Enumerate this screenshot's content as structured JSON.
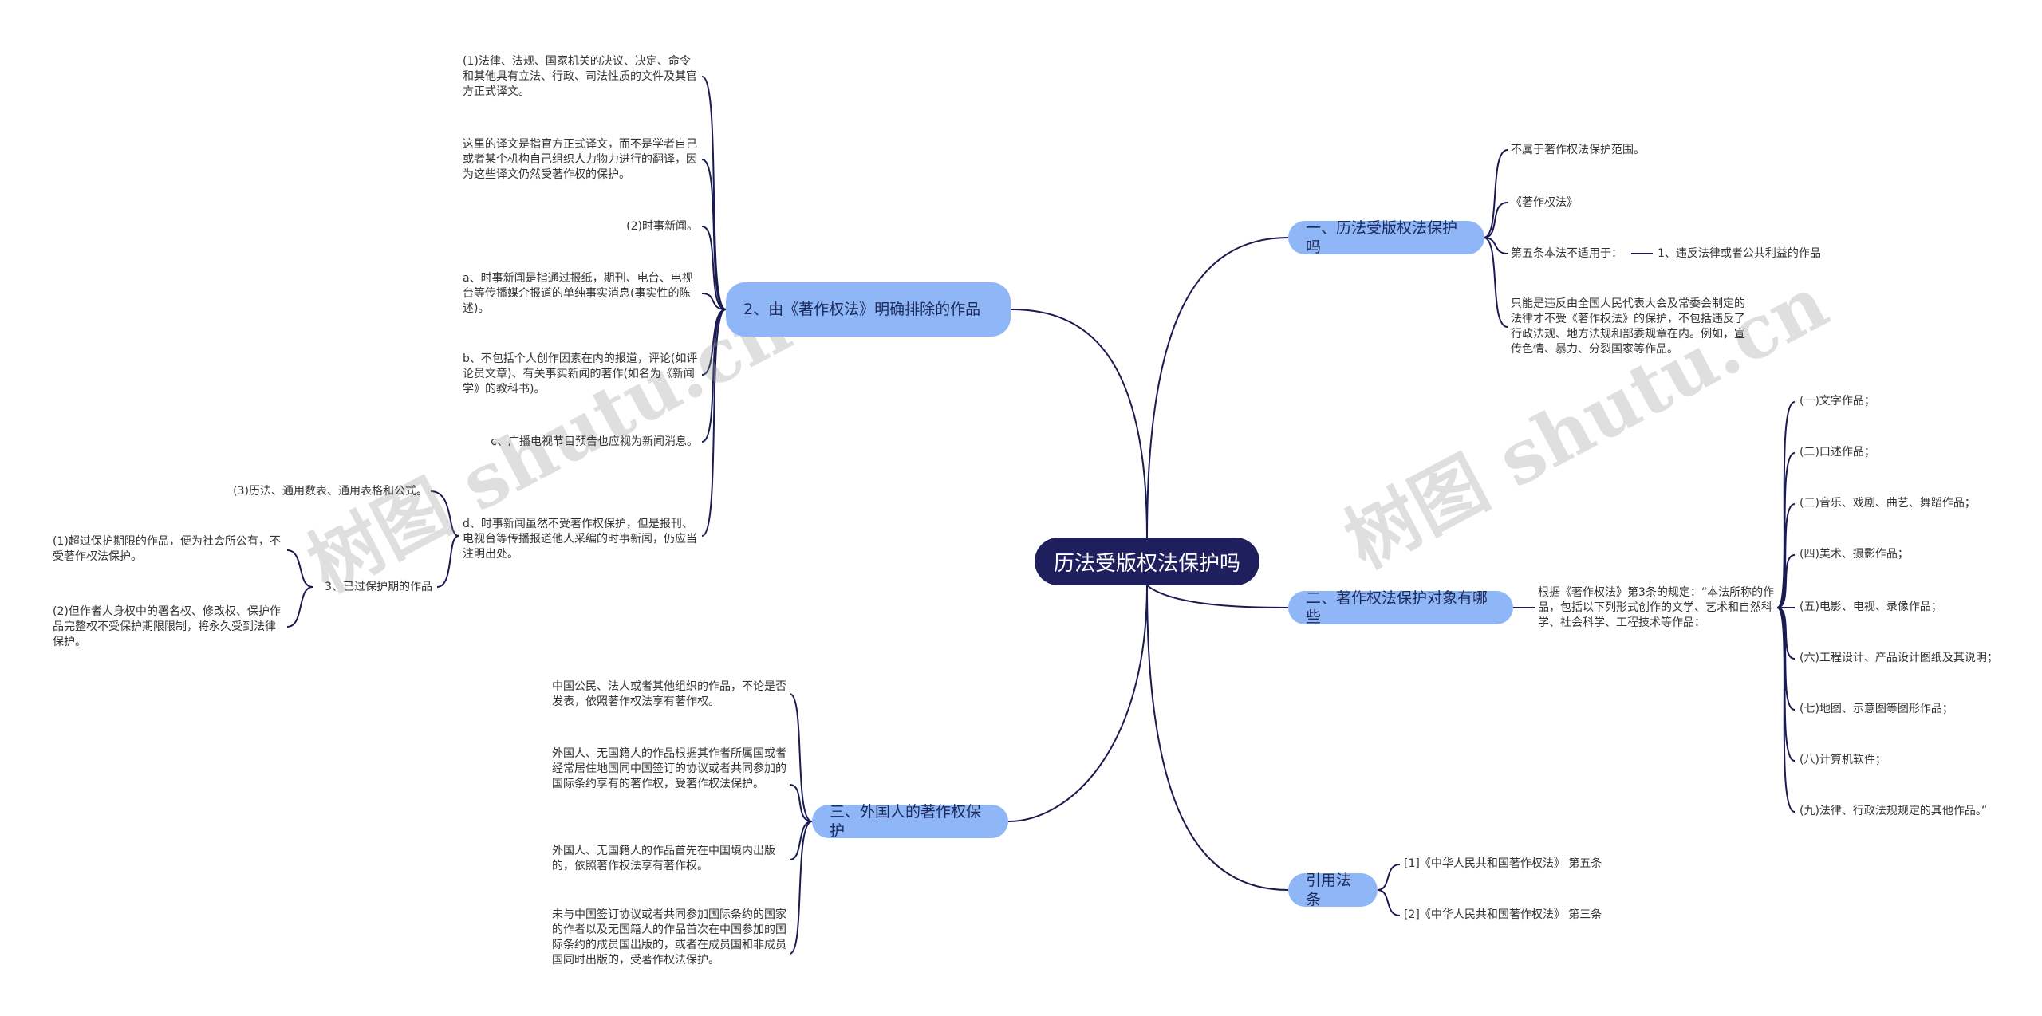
{
  "root": "历法受版权法保护吗",
  "watermark": "树图 shutu.cn",
  "branches": {
    "b1": {
      "label": "一、历法受版权法保护吗",
      "leaves": [
        "不属于著作权法保护范围。",
        "《著作权法》",
        "第五条本法不适用于：",
        "只能是违反由全国人民代表大会及常委会制定的法律才不受《著作权法》的保护，不包括违反了行政法规、地方法规和部委规章在内。例如，宣传色情、暴力、分裂国家等作品。"
      ],
      "sub": "1、违反法律或者公共利益的作品"
    },
    "b2": {
      "label": "二、著作权法保护对象有哪些",
      "intro": "根据《著作权法》第3条的规定：“本法所称的作品，包括以下列形式创作的文学、艺术和自然科学、社会科学、工程技术等作品：",
      "items": [
        "(一)文字作品；",
        "(二)口述作品；",
        "(三)音乐、戏剧、曲艺、舞蹈作品；",
        "(四)美术、摄影作品；",
        "(五)电影、电视、录像作品；",
        "(六)工程设计、产品设计图纸及其说明；",
        "(七)地图、示意图等图形作品；",
        "(八)计算机软件；",
        "(九)法律、行政法规规定的其他作品。”"
      ]
    },
    "b3": {
      "label": "引用法条",
      "leaves": [
        "[1]《中华人民共和国著作权法》 第五条",
        "[2]《中华人民共和国著作权法》 第三条"
      ]
    },
    "b4": {
      "label": "2、由《著作权法》明确排除的作品",
      "leaves": [
        "(1)法律、法规、国家机关的决议、决定、命令和其他具有立法、行政、司法性质的文件及其官方正式译文。",
        "这里的译文是指官方正式译文，而不是学者自己或者某个机构自己组织人力物力进行的翻译，因为这些译文仍然受著作权的保护。",
        "(2)时事新闻。",
        "a、时事新闻是指通过报纸，期刊、电台、电视台等传播媒介报道的单纯事实消息(事实性的陈述)。",
        "b、不包括个人创作因素在内的报道，评论(如评论员文章)、有关事实新闻的著作(如名为《新闻学》的教科书)。",
        "c、广播电视节目预告也应视为新闻消息。",
        "d、时事新闻虽然不受著作权保护，但是报刊、电视台等传播报道他人采编的时事新闻，仍应当注明出处。"
      ],
      "sub": {
        "formula": "(3)历法、通用数表、通用表格和公式。",
        "expired": "3、已过保护期的作品",
        "expired_items": [
          "(1)超过保护期限的作品，便为社会所公有，不受著作权法保护。",
          "(2)但作者人身权中的署名权、修改权、保护作品完整权不受保护期限限制，将永久受到法律保护。"
        ]
      }
    },
    "b5": {
      "label": "三、外国人的著作权保护",
      "leaves": [
        "中国公民、法人或者其他组织的作品，不论是否发表，依照著作权法享有著作权。",
        "外国人、无国籍人的作品根据其作者所属国或者经常居住地国同中国签订的协议或者共同参加的国际条约享有的著作权，受著作权法保护。",
        "外国人、无国籍人的作品首先在中国境内出版的，依照著作权法享有著作权。",
        "未与中国签订协议或者共同参加国际条约的国家的作者以及无国籍人的作品首次在中国参加的国际条约的成员国出版的，或者在成员国和非成员国同时出版的，受著作权法保护。"
      ]
    }
  }
}
